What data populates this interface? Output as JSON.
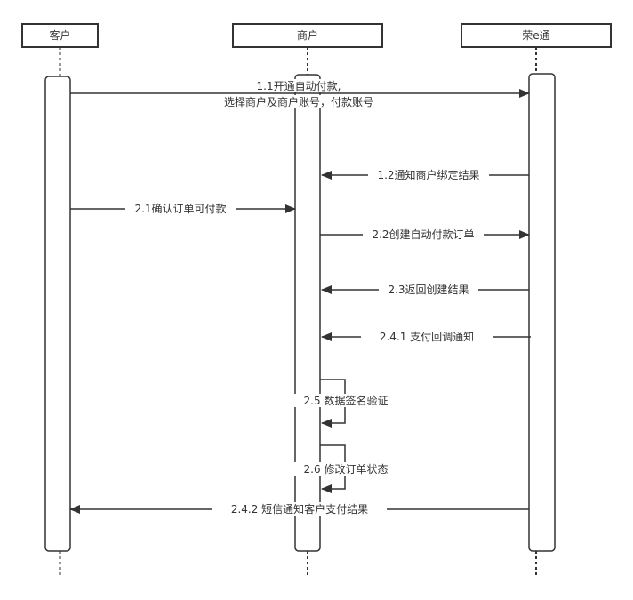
{
  "participants": [
    {
      "id": "customer",
      "label": "客户"
    },
    {
      "id": "merchant",
      "label": "商户"
    },
    {
      "id": "rongetong",
      "label": "荣e通"
    }
  ],
  "messages": [
    {
      "id": "m1_1",
      "from": "customer",
      "to": "rongetong",
      "lines": [
        "1.1开通自动付款,",
        "选择商户及商户账号，付款账号"
      ]
    },
    {
      "id": "m1_2",
      "from": "rongetong",
      "to": "merchant",
      "lines": [
        "1.2通知商户绑定结果"
      ]
    },
    {
      "id": "m2_1",
      "from": "customer",
      "to": "merchant",
      "lines": [
        "2.1确认订单可付款"
      ]
    },
    {
      "id": "m2_2",
      "from": "merchant",
      "to": "rongetong",
      "lines": [
        "2.2创建自动付款订单"
      ]
    },
    {
      "id": "m2_3",
      "from": "rongetong",
      "to": "merchant",
      "lines": [
        "2.3返回创建结果"
      ]
    },
    {
      "id": "m2_4_1",
      "from": "rongetong",
      "to": "merchant",
      "lines": [
        "2.4.1 支付回调通知"
      ]
    },
    {
      "id": "m2_5",
      "from": "merchant",
      "to": "merchant",
      "lines": [
        "2.5 数据签名验证"
      ]
    },
    {
      "id": "m2_6",
      "from": "merchant",
      "to": "merchant",
      "lines": [
        "2.6 修改订单状态"
      ]
    },
    {
      "id": "m2_4_2",
      "from": "rongetong",
      "to": "customer",
      "lines": [
        "2.4.2 短信通知客户支付结果"
      ]
    }
  ]
}
